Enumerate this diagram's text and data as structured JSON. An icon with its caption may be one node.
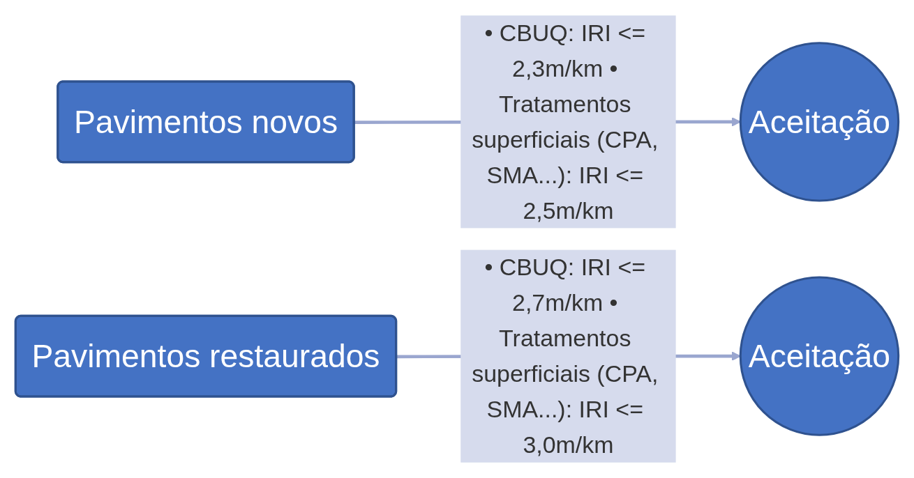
{
  "diagram": {
    "nodes": [
      {
        "text": [
          "Pavimentos novos"
        ]
      },
      {
        "text": [
          "Aceitação"
        ]
      },
      {
        "text": [
          "Pavimentos restaurados"
        ]
      },
      {
        "text": [
          "Aceitação"
        ]
      }
    ],
    "edges": [
      {
        "from": 0,
        "to": 1,
        "arrow": "to",
        "label": "• CBUQ: IRI <= 2,3m/km • Tratamentos superficiais (CPA, SMA...): IRI <= 2,5m/km"
      },
      {
        "from": 2,
        "to": 3,
        "arrow": "to",
        "label": "• CBUQ: IRI <= 2,7m/km • Tratamentos superficiais (CPA, SMA...): IRI <= 3,0m/km"
      }
    ]
  }
}
